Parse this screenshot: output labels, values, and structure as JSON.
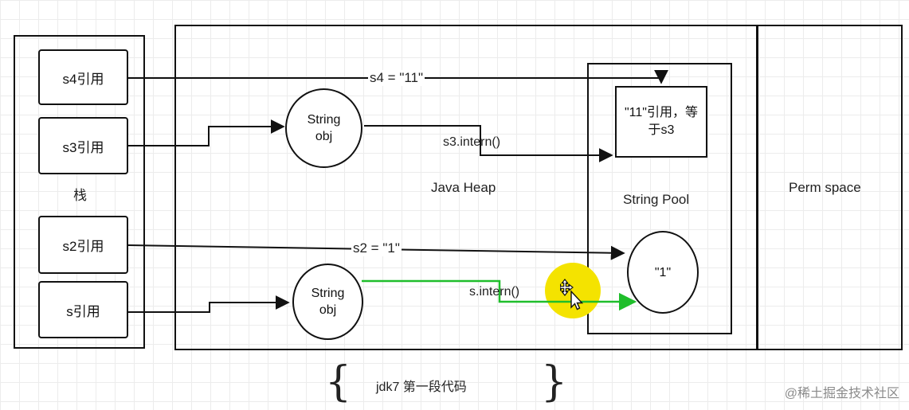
{
  "stack": {
    "title": "栈",
    "refs": [
      "s4引用",
      "s3引用",
      "s2引用",
      "s引用"
    ]
  },
  "heap": {
    "title": "Java Heap",
    "objects": [
      {
        "line1": "String",
        "line2": "obj"
      },
      {
        "line1": "String",
        "line2": "obj"
      }
    ]
  },
  "pool": {
    "title": "String Pool",
    "entry_11": "\"11\"引用，等于s3",
    "entry_1": "\"1\""
  },
  "perm": {
    "title": "Perm space"
  },
  "edges": {
    "s4_assign": "s4 = \"11\"",
    "s3_intern": "s3.intern()",
    "s2_assign": "s2 = \"1\"",
    "s_intern": "s.intern()"
  },
  "caption": "jdk7 第一段代码",
  "watermark": "@稀土掘金技术社区",
  "colors": {
    "line": "#111111",
    "highlight_line": "#1fbe2b",
    "cursor_highlight": "#f4e300"
  },
  "icons": {
    "cursor": "move-cursor-icon"
  }
}
